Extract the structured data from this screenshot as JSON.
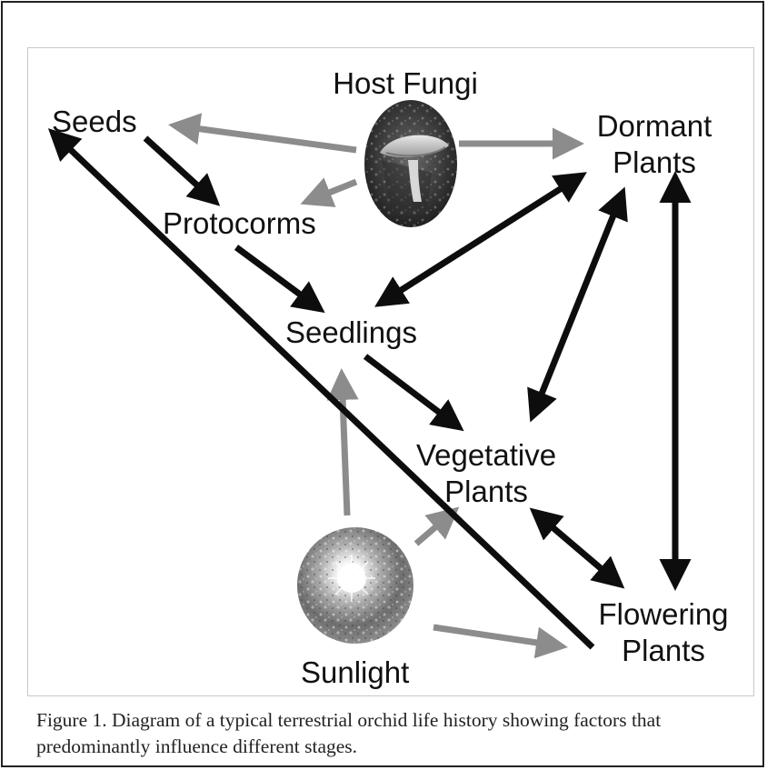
{
  "nodes": {
    "host_fungi": "Host Fungi",
    "seeds": "Seeds",
    "protocorms": "Protocorms",
    "dormant_plants": "Dormant\nPlants",
    "seedlings": "Seedlings",
    "vegetative_plants": "Vegetative\nPlants",
    "flowering_plants": "Flowering\nPlants",
    "sunlight": "Sunlight"
  },
  "caption": "Figure 1. Diagram of a typical terrestrial orchid life history showing factors that predominantly influence different stages.",
  "colors": {
    "black_arrow": "#0d0d0d",
    "gray_arrow": "#8c8c8c",
    "frame": "#222222",
    "panel_border": "#c8c8c8"
  },
  "icons": {
    "host_fungi": "mushroom-photo",
    "sunlight": "sunlight-photo"
  }
}
